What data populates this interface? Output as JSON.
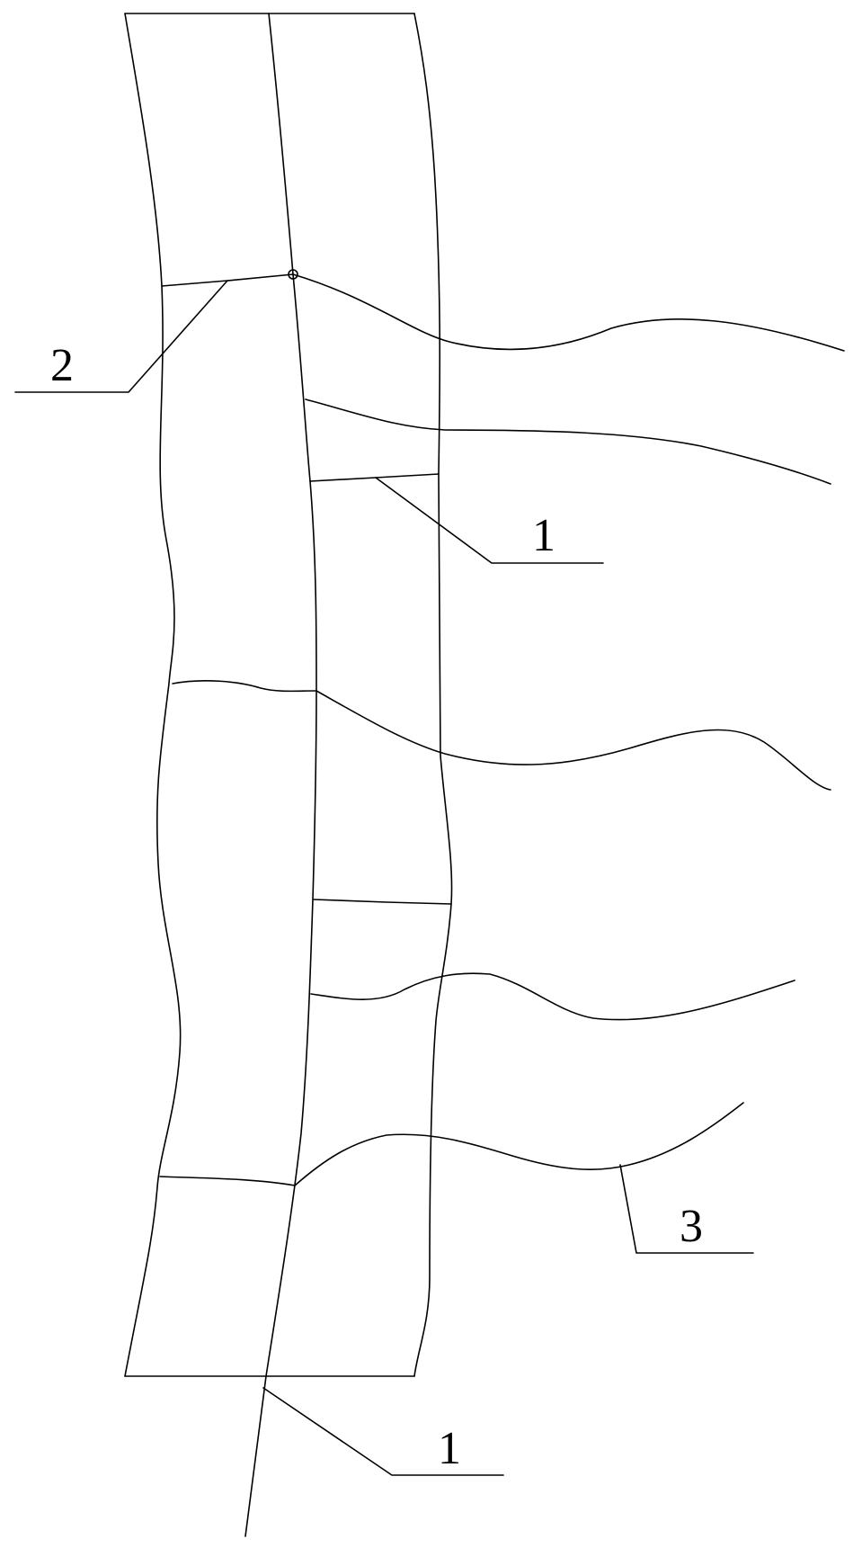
{
  "diagram": {
    "labels": {
      "label_2": "2",
      "label_1_upper": "1",
      "label_3": "3",
      "label_1_lower": "1"
    },
    "stroke_color": "#000000",
    "background_color": "#ffffff"
  }
}
